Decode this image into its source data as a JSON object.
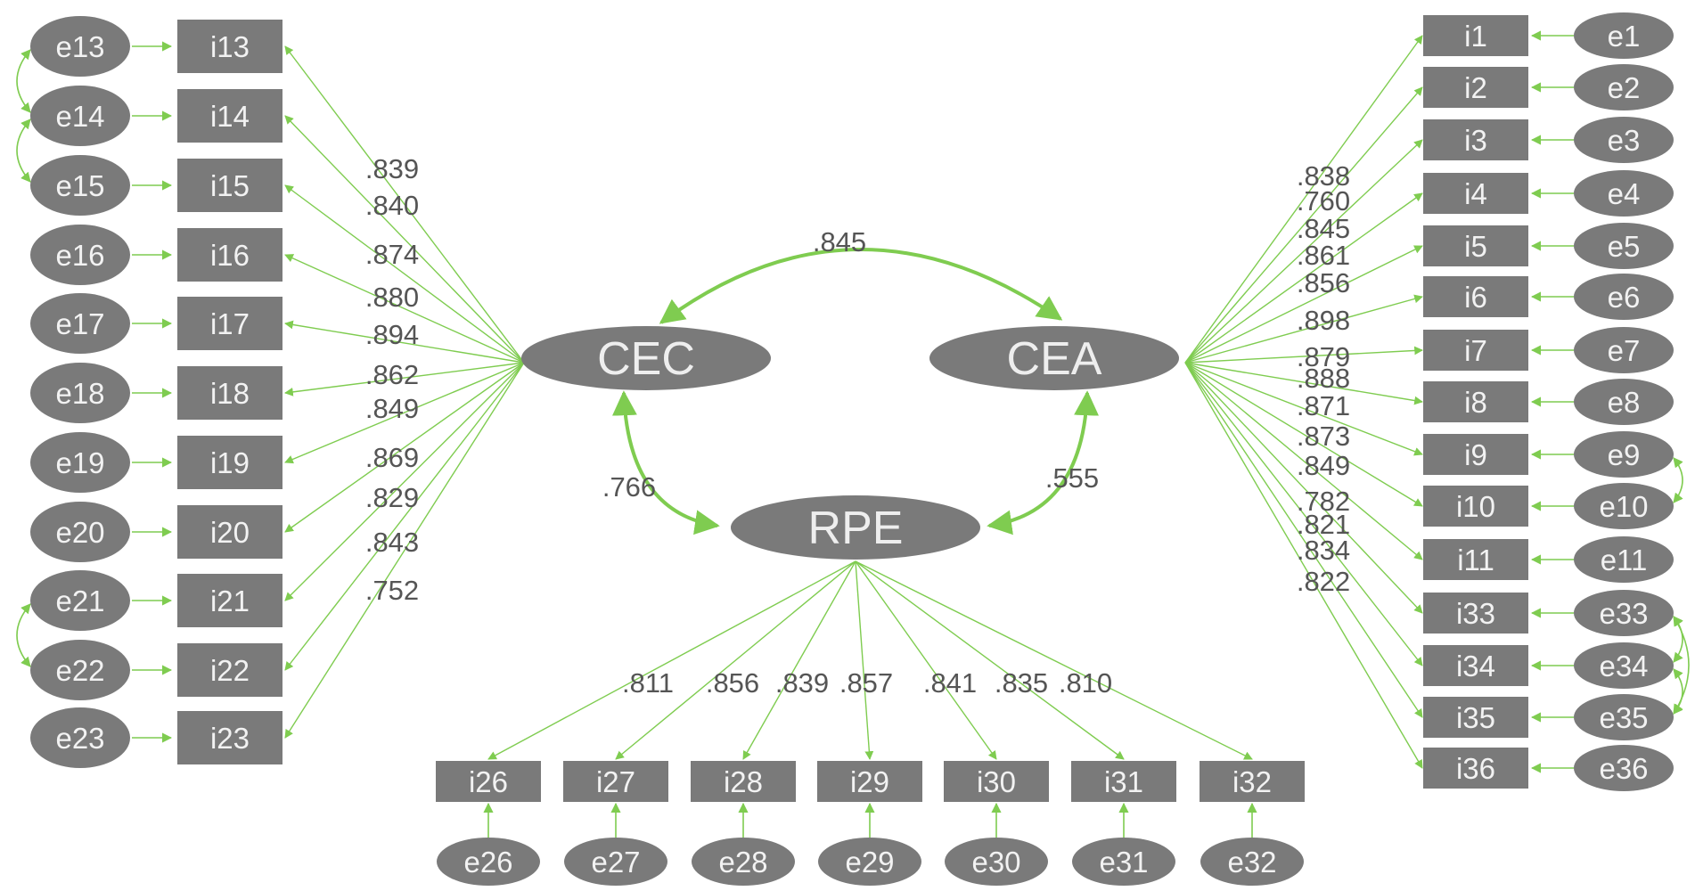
{
  "colors": {
    "node": "#7a7a7a",
    "path": "#7fcc50",
    "text_on_node": "#f2f2f2",
    "label": "#555555"
  },
  "latents": {
    "CEC": {
      "label": "CEC"
    },
    "CEA": {
      "label": "CEA"
    },
    "RPE": {
      "label": "RPE"
    }
  },
  "covariances": [
    {
      "from": "CEC",
      "to": "CEA",
      "label": ".845"
    },
    {
      "from": "CEC",
      "to": "RPE",
      "label": ".766"
    },
    {
      "from": "CEA",
      "to": "RPE",
      "label": ".555"
    }
  ],
  "cec_indicators": [
    {
      "item": "i13",
      "error": "e13",
      "loading": ".839"
    },
    {
      "item": "i14",
      "error": "e14",
      "loading": ".840"
    },
    {
      "item": "i15",
      "error": "e15",
      "loading": ".874"
    },
    {
      "item": "i16",
      "error": "e16",
      "loading": ".880"
    },
    {
      "item": "i17",
      "error": "e17",
      "loading": ".894"
    },
    {
      "item": "i18",
      "error": "e18",
      "loading": ".862"
    },
    {
      "item": "i19",
      "error": "e19",
      "loading": ".849"
    },
    {
      "item": "i20",
      "error": "e20",
      "loading": ".869"
    },
    {
      "item": "i21",
      "error": "e21",
      "loading": ".829"
    },
    {
      "item": "i22",
      "error": "e22",
      "loading": ".843"
    },
    {
      "item": "i23",
      "error": "e23",
      "loading": ".752"
    }
  ],
  "cea_indicators": [
    {
      "item": "i1",
      "error": "e1",
      "loading": ".838"
    },
    {
      "item": "i2",
      "error": "e2",
      "loading": ".760"
    },
    {
      "item": "i3",
      "error": "e3",
      "loading": ".845"
    },
    {
      "item": "i4",
      "error": "e4",
      "loading": ".861"
    },
    {
      "item": "i5",
      "error": "e5",
      "loading": ".856"
    },
    {
      "item": "i6",
      "error": "e6",
      "loading": ".898"
    },
    {
      "item": "i7",
      "error": "e7",
      "loading": ".879"
    },
    {
      "item": "i8",
      "error": "e8",
      "loading": ".888"
    },
    {
      "item": "i9",
      "error": "e9",
      "loading": ".871"
    },
    {
      "item": "i10",
      "error": "e10",
      "loading": ".873"
    },
    {
      "item": "i11",
      "error": "e11",
      "loading": ".849"
    },
    {
      "item": "i33",
      "error": "e33",
      "loading": ".782"
    },
    {
      "item": "i34",
      "error": "e34",
      "loading": ".821"
    },
    {
      "item": "i35",
      "error": "e35",
      "loading": ".834"
    },
    {
      "item": "i36",
      "error": "e36",
      "loading": ".822"
    }
  ],
  "rpe_indicators": [
    {
      "item": "i26",
      "error": "e26",
      "loading": ".811"
    },
    {
      "item": "i27",
      "error": "e27",
      "loading": ".856"
    },
    {
      "item": "i28",
      "error": "e28",
      "loading": ".839"
    },
    {
      "item": "i29",
      "error": "e29",
      "loading": ".857"
    },
    {
      "item": "i30",
      "error": "e30",
      "loading": ".841"
    },
    {
      "item": "i31",
      "error": "e31",
      "loading": ".835"
    },
    {
      "item": "i32",
      "error": "e32",
      "loading": ".810"
    }
  ],
  "error_covariances": [
    {
      "from": "e13",
      "to": "e14"
    },
    {
      "from": "e14",
      "to": "e15"
    },
    {
      "from": "e21",
      "to": "e22"
    },
    {
      "from": "e9",
      "to": "e10"
    },
    {
      "from": "e33",
      "to": "e34"
    },
    {
      "from": "e34",
      "to": "e35"
    },
    {
      "from": "e33",
      "to": "e35"
    }
  ]
}
